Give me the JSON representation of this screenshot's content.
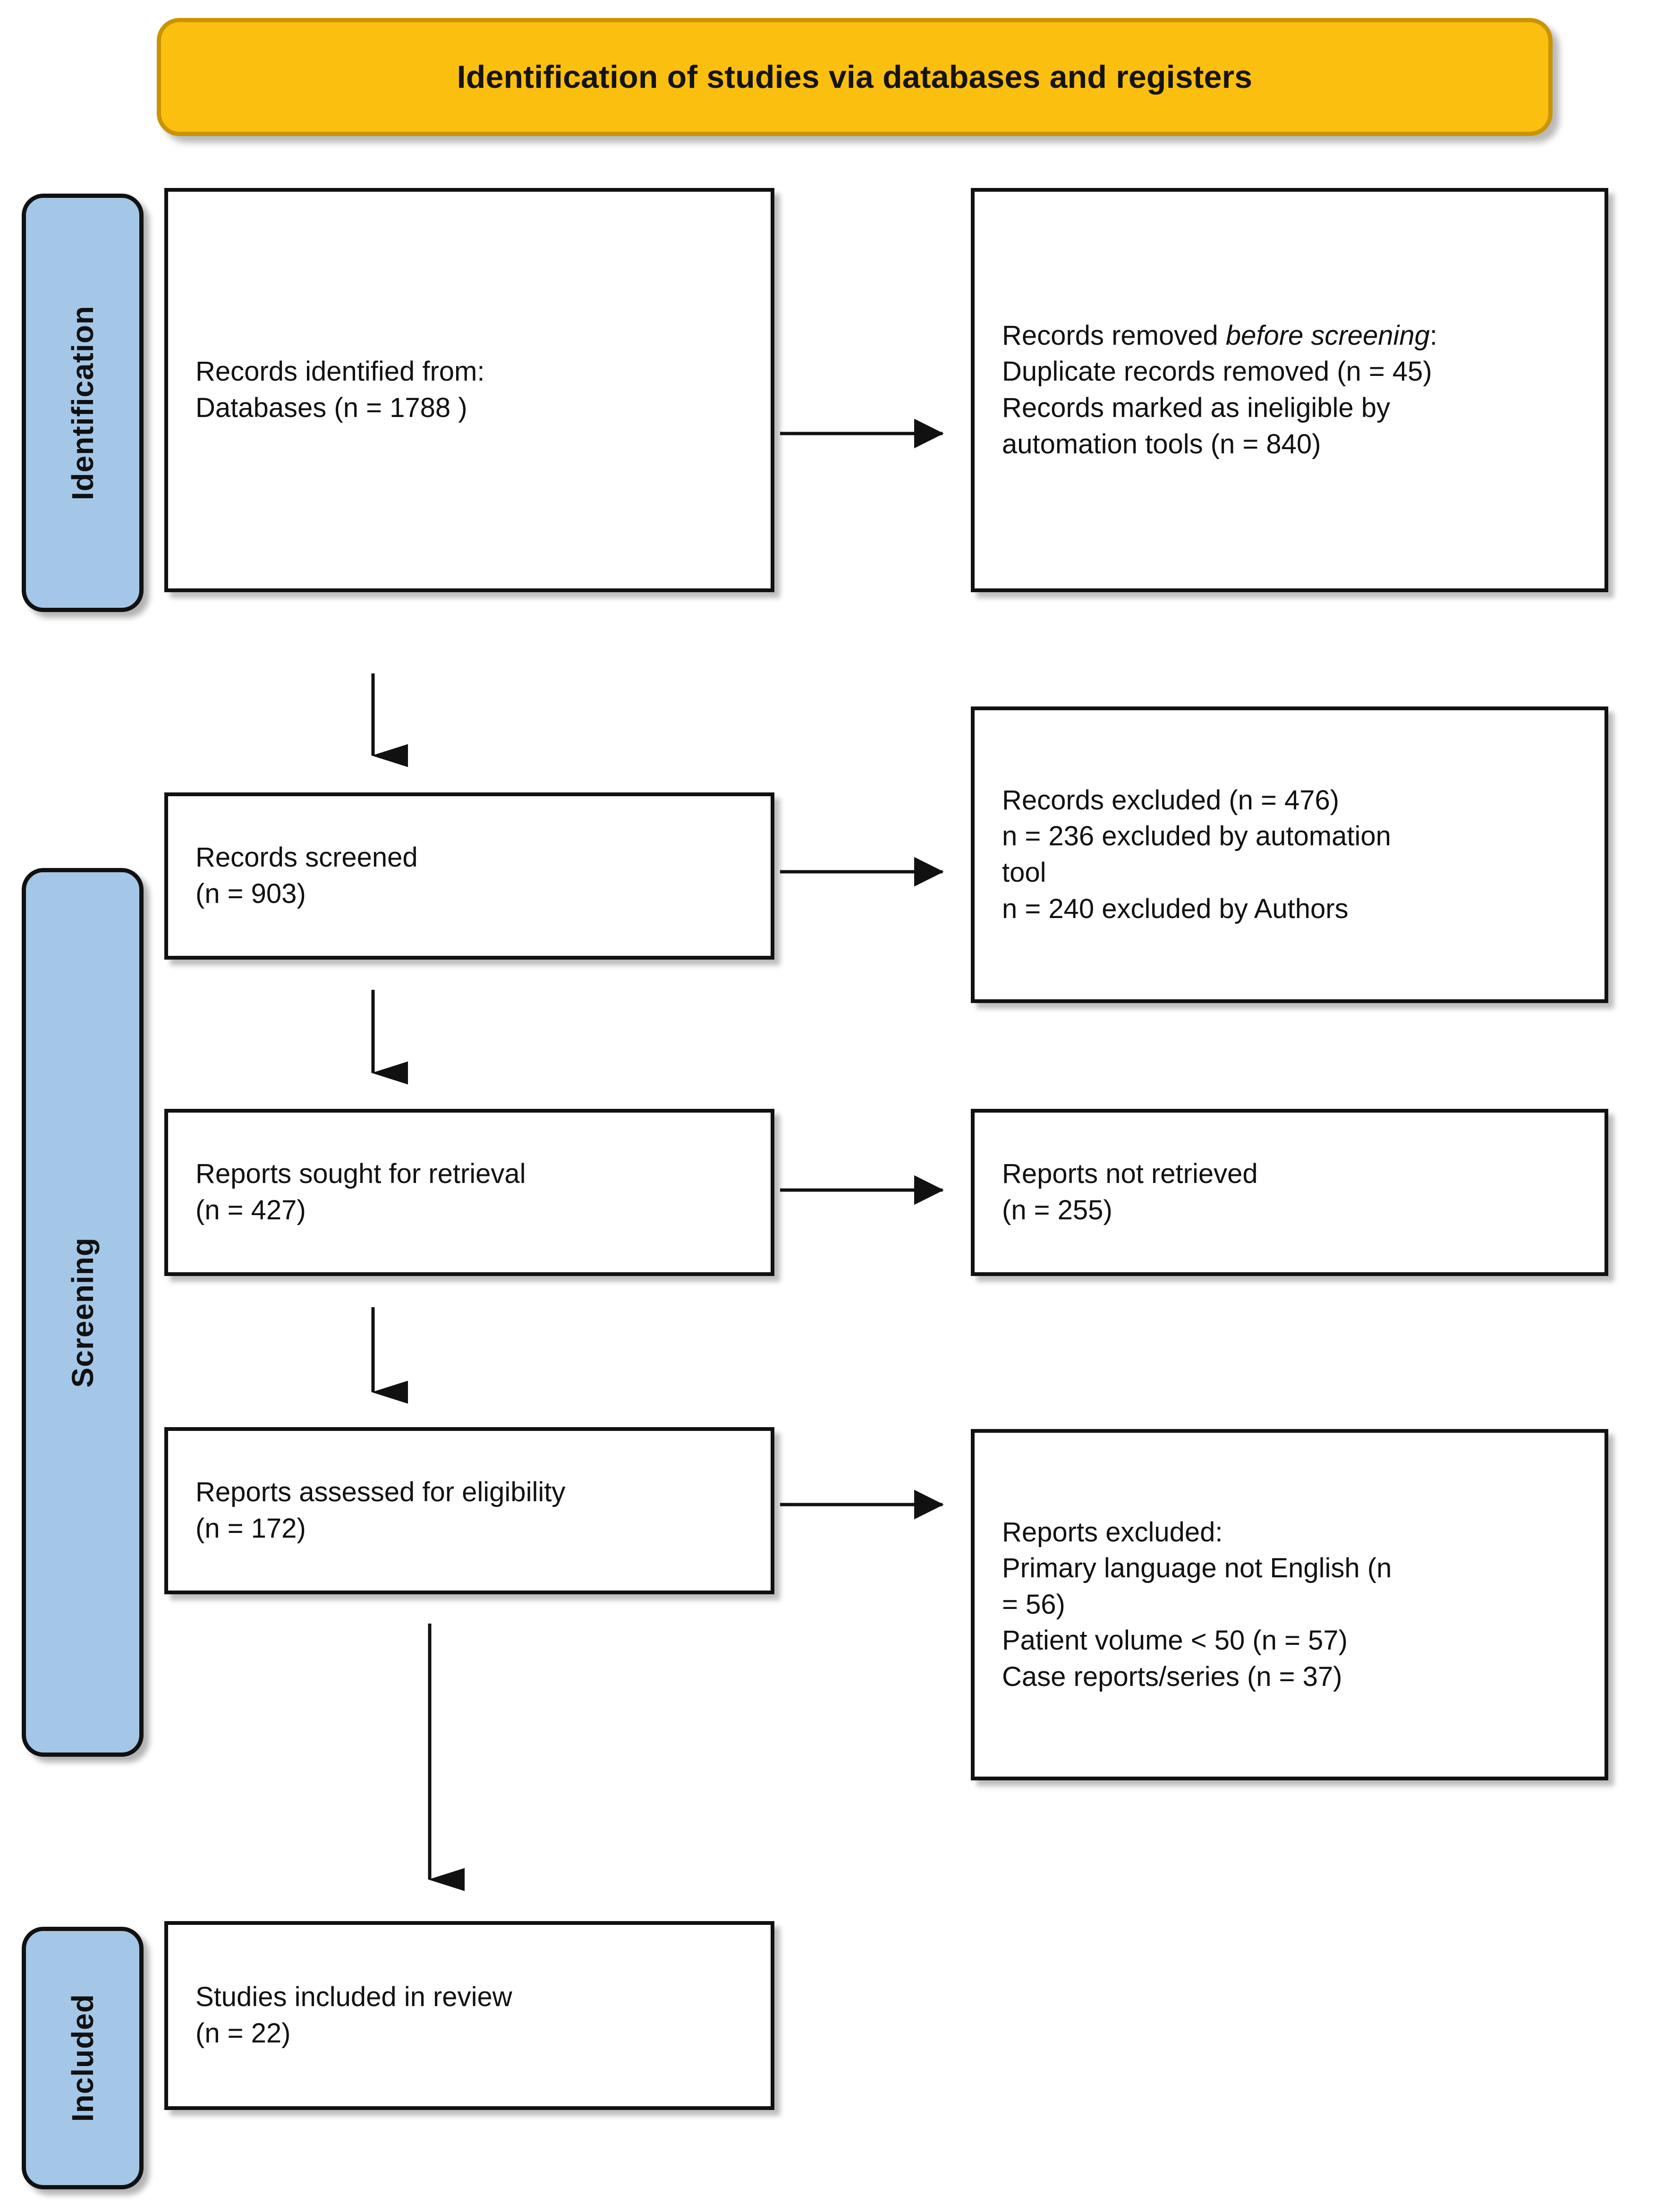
{
  "banner": {
    "title": "Identification of studies via databases and registers",
    "bg_color": "#FBBF10",
    "border_color": "#C99400"
  },
  "stages": {
    "identification": "Identification",
    "screening": "Screening",
    "included": "Included",
    "rail_color": "#A4C7E7"
  },
  "boxes": {
    "identified": {
      "line1": "Records identified from:",
      "line2": "Databases (n = 1788 )"
    },
    "removed": {
      "line1_prefix": "Records removed ",
      "line1_em": "before screening",
      "line1_suffix": ":",
      "line2": "Duplicate records removed (n = 45)",
      "line3": "Records marked as ineligible by",
      "line4": "automation tools (n = 840)"
    },
    "screened": {
      "line1": "Records screened",
      "line2": "(n = 903)"
    },
    "excluded_records": {
      "line1": "Records excluded (n = 476)",
      "line2": "n = 236 excluded by automation",
      "line3": "tool",
      "line4": "n = 240 excluded by Authors"
    },
    "sought": {
      "line1": "Reports sought for retrieval",
      "line2": "(n = 427)"
    },
    "not_retrieved": {
      "line1": "Reports not retrieved",
      "line2": "(n = 255)"
    },
    "assessed": {
      "line1": "Reports assessed for eligibility",
      "line2": "(n = 172)"
    },
    "excluded_reports": {
      "line1": "Reports excluded:",
      "line2": "Primary language not English (n",
      "line3": "= 56)",
      "line4": "Patient volume < 50 (n = 57)",
      "line5": "Case reports/series (n = 37)"
    },
    "included": {
      "line1": "Studies included in review",
      "line2": "(n = 22)"
    }
  },
  "counts": {
    "databases_identified": 1788,
    "duplicates_removed": 45,
    "ineligible_automation": 840,
    "records_screened": 903,
    "records_excluded_total": 476,
    "excluded_automation_tool": 236,
    "excluded_authors": 240,
    "reports_sought": 427,
    "reports_not_retrieved": 255,
    "reports_assessed": 172,
    "excluded_not_english": 56,
    "excluded_patient_volume": 57,
    "excluded_case_reports": 37,
    "studies_included": 22
  }
}
